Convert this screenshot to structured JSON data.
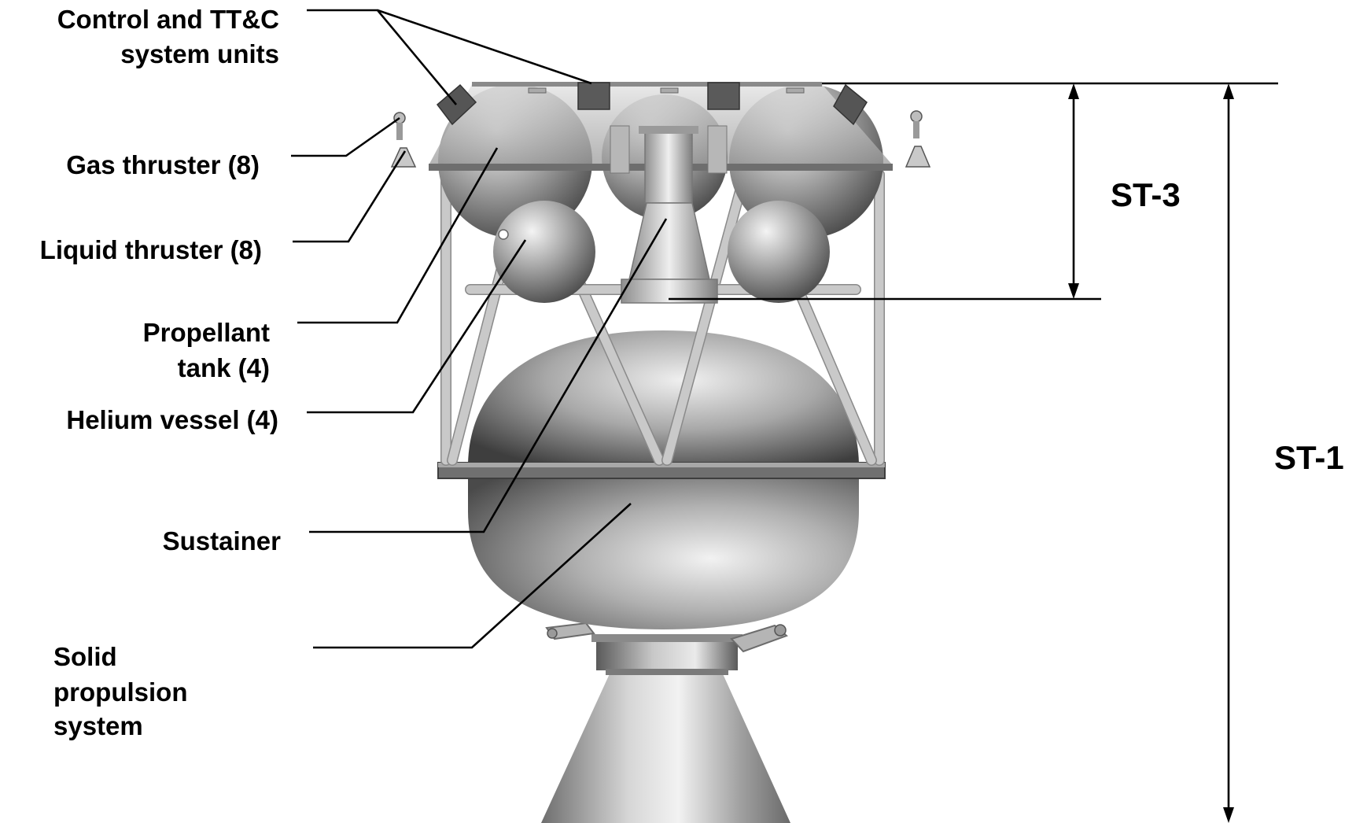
{
  "labels": {
    "control_units_line1": "Control and TT&C",
    "control_units_line2": "system units",
    "gas_thruster": "Gas thruster (8)",
    "liquid_thruster": "Liquid thruster (8)",
    "propellant_tank_line1": "Propellant",
    "propellant_tank_line2": "tank  (4)",
    "helium_vessel": "Helium vessel (4)",
    "sustainer": "Sustainer",
    "solid_propulsion_line1": "Solid",
    "solid_propulsion_line2": "propulsion",
    "solid_propulsion_line3": "system"
  },
  "dimensions": {
    "st3": "ST-3",
    "st1": "ST-1"
  }
}
